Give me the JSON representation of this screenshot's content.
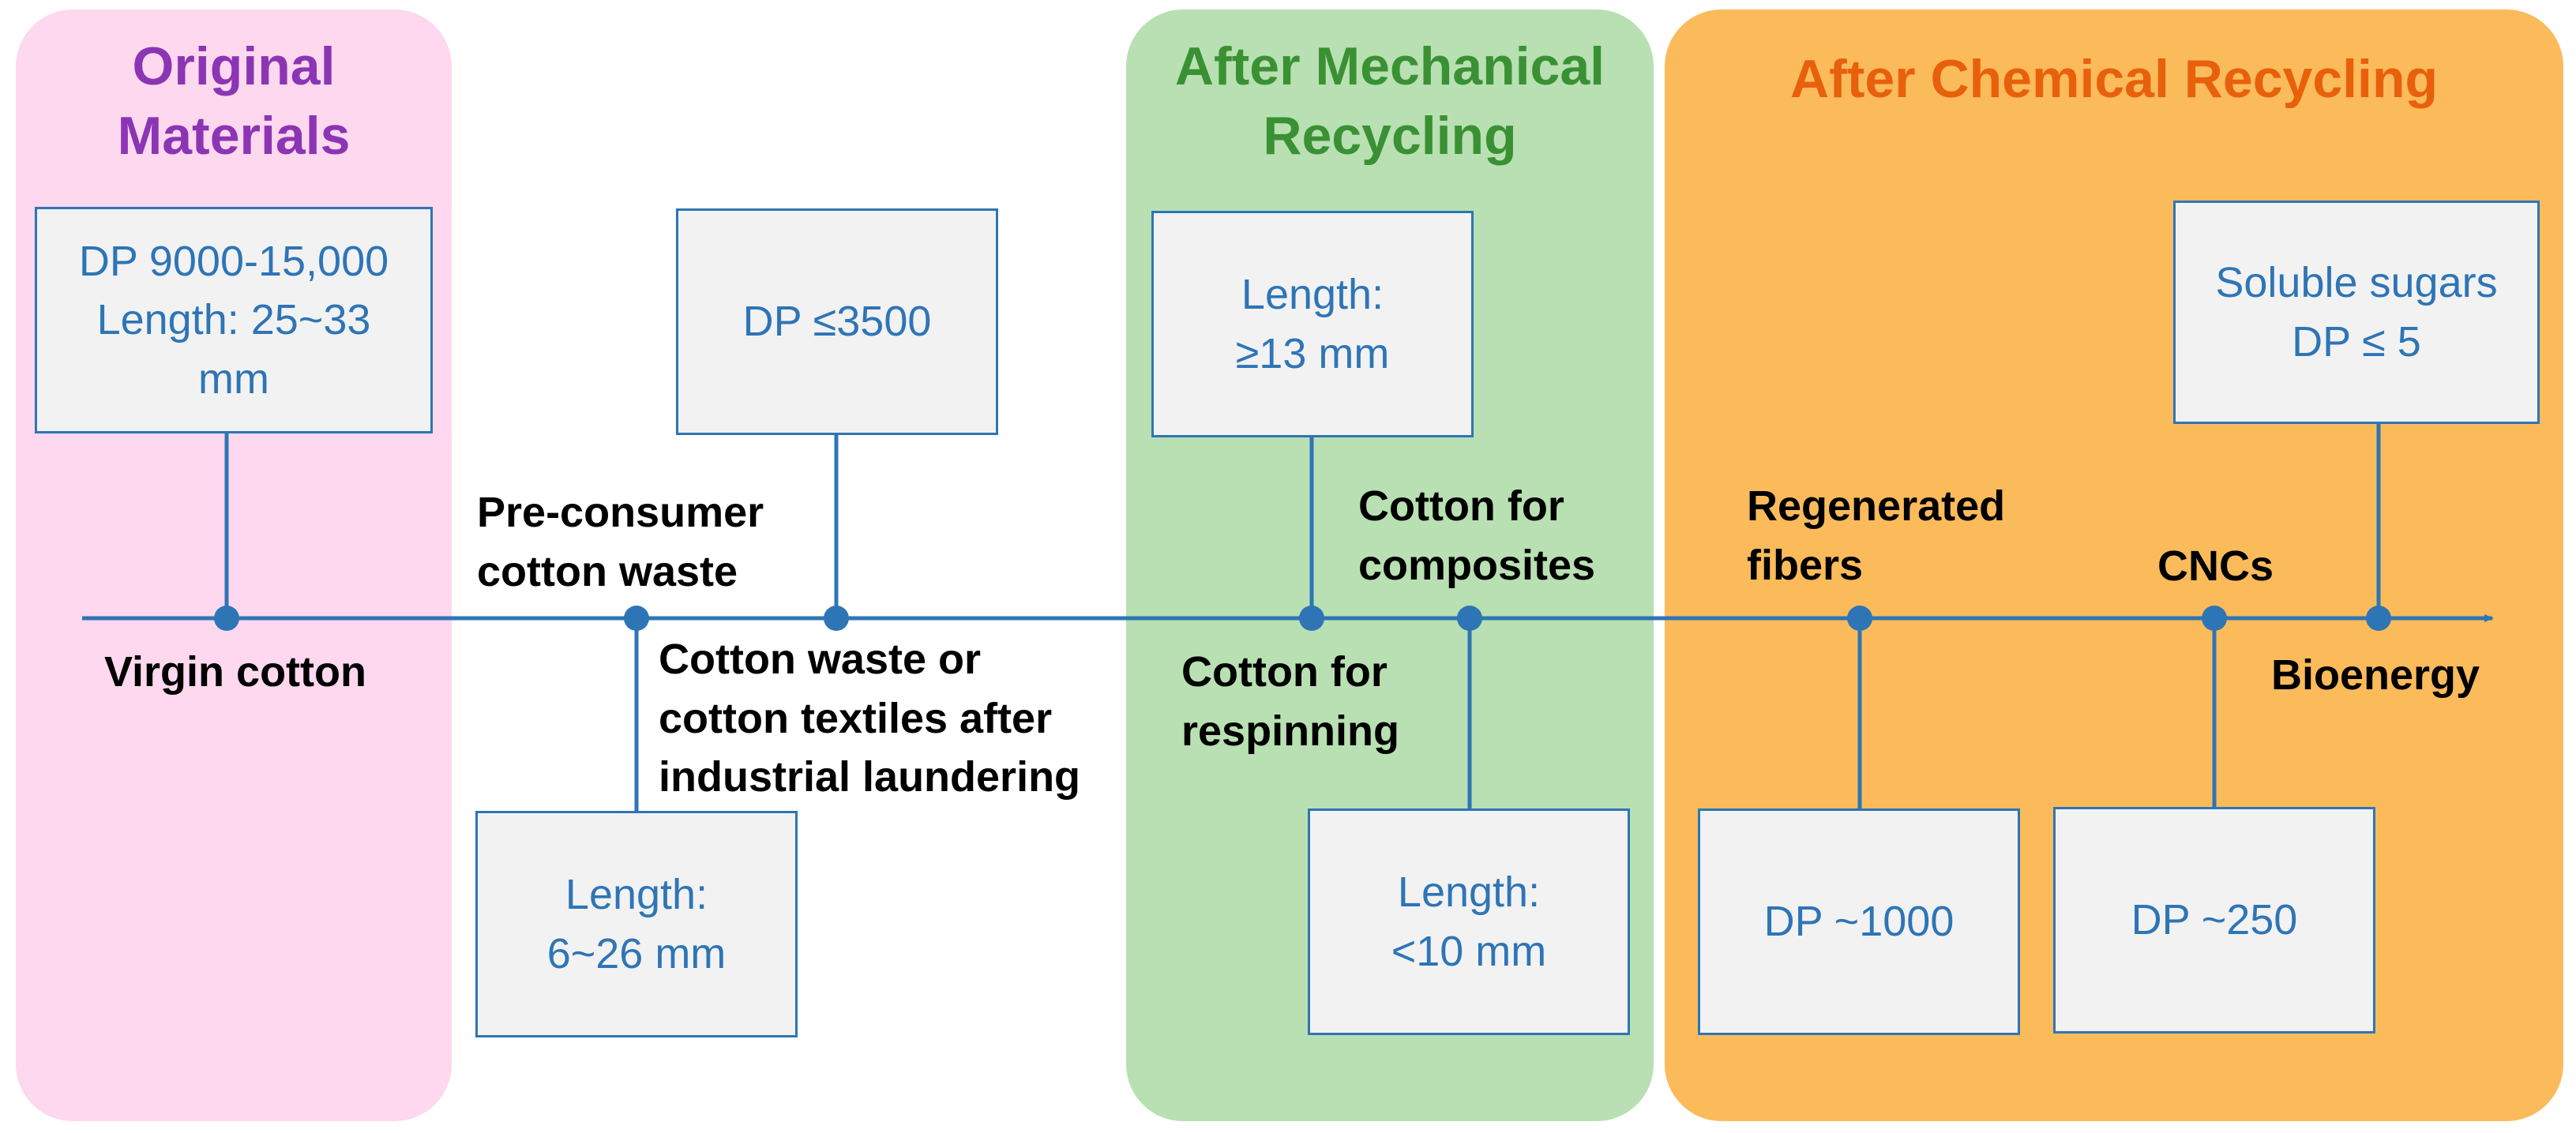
{
  "colors": {
    "line": "#2e75b6",
    "box_fill": "#f2f2f2",
    "box_text": "#2e75b6",
    "label_text": "#000000"
  },
  "regions": [
    {
      "id": "original",
      "title": "Original\nMaterials",
      "fill": "#fdd8ee",
      "title_color": "#8b35b5"
    },
    {
      "id": "mechanical",
      "title": "After Mechanical\nRecycling",
      "fill": "#b8e0b2",
      "title_color": "#3a9134"
    },
    {
      "id": "chemical",
      "title": "After Chemical Recycling",
      "fill": "#fbbb5b",
      "title_color": "#e8600c"
    }
  ],
  "timeline": {
    "stages": [
      {
        "id": "virgin-cotton",
        "label": "Virgin cotton",
        "box": "DP 9000-15,000\nLength: 25~33\nmm"
      },
      {
        "id": "pre-consumer",
        "label": "Pre-consumer\ncotton waste",
        "box": "Length:\n6~26 mm"
      },
      {
        "id": "after-laundering",
        "label": "Cotton waste or\ncotton textiles after\nindustrial laundering",
        "box": "DP ≤3500"
      },
      {
        "id": "respinning",
        "label": "Cotton for\nrespinning",
        "box": "Length:\n≥13 mm"
      },
      {
        "id": "composites",
        "label": "Cotton for\ncomposites",
        "box": "Length:\n<10 mm"
      },
      {
        "id": "regenerated-fibers",
        "label": "Regenerated\nfibers",
        "box": "DP ~1000"
      },
      {
        "id": "cncs",
        "label": "CNCs",
        "box": "DP ~250"
      },
      {
        "id": "bioenergy",
        "label": "Bioenergy",
        "box": "Soluble sugars\nDP ≤ 5"
      }
    ]
  }
}
